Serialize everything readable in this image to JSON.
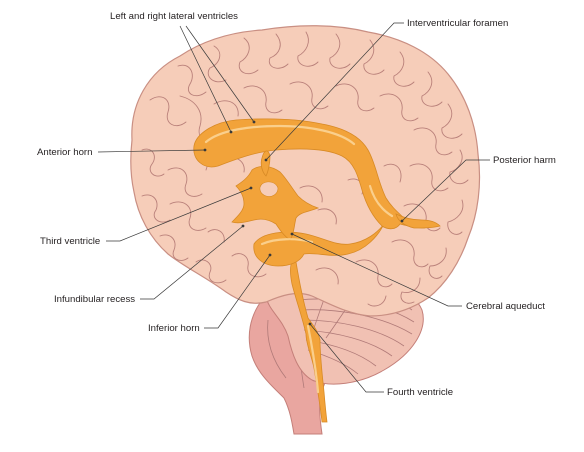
{
  "labels": {
    "lateral_ventricles": "Left and right lateral ventricles",
    "interventricular_foramen": "Interventricular foramen",
    "anterior_horn": "Anterior horn",
    "posterior_horn": "Posterior harm",
    "third_ventricle": "Third ventricle",
    "infundibular_recess": "Infundibular recess",
    "cerebral_aqueduct": "Cerebral aqueduct",
    "inferior_horn": "Inferior horn",
    "fourth_ventricle": "Fourth ventricle"
  },
  "colors": {
    "brain": "#f6cdb9",
    "brain_outline": "#c98f83",
    "brainstem": "#e9a6a0",
    "cerebellum": "#f1c1b3",
    "ventricles": "#f2a33a",
    "leader_lines": "#3a3a3a"
  }
}
